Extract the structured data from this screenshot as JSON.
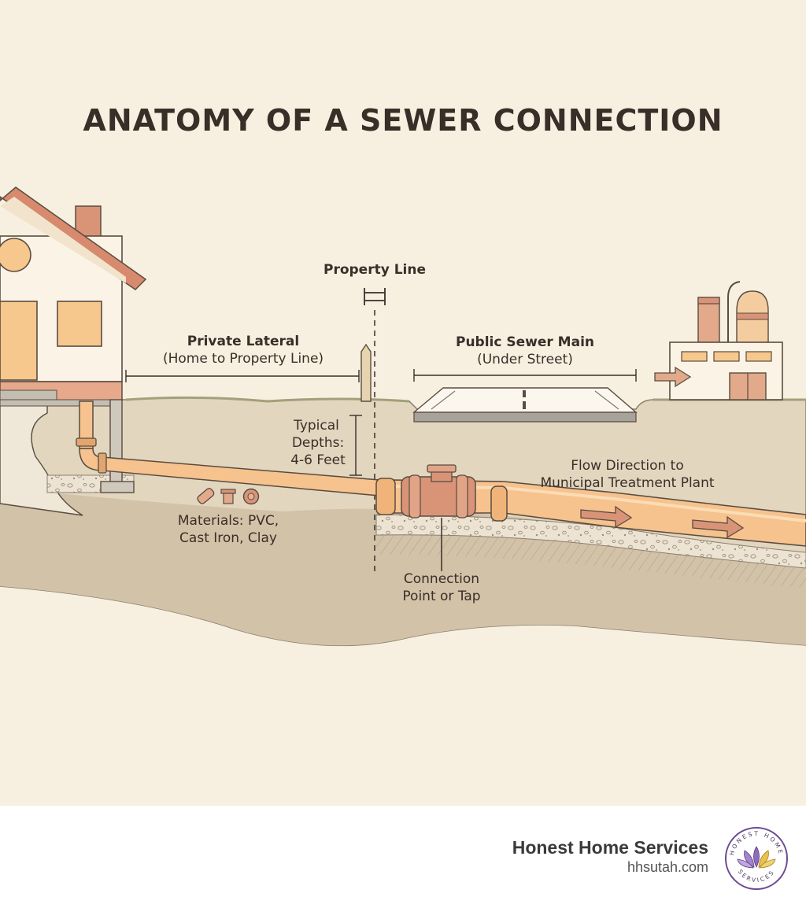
{
  "title": "ANATOMY OF A SEWER CONNECTION",
  "labels": {
    "property_line": "Property Line",
    "private_lateral_title": "Private Lateral",
    "private_lateral_sub": "(Home to Property Line)",
    "public_main_title": "Public Sewer Main",
    "public_main_sub": "(Under Street)",
    "depth_line1": "Typical",
    "depth_line2": "Depths:",
    "depth_line3": "4-6 Feet",
    "flow_line1": "Flow Direction to",
    "flow_line2": "Municipal Treatment Plant",
    "materials_line1": "Materials: PVC,",
    "materials_line2": "Cast Iron, Clay",
    "connection_line1": "Connection",
    "connection_line2": "Point or Tap"
  },
  "footer": {
    "brand_name": "Honest Home Services",
    "brand_url": "hhsutah.com",
    "logo_text_top": "HONEST HOME",
    "logo_text_bottom": "SERVICES"
  },
  "colors": {
    "background": "#f7f0e1",
    "ground": "#d9ccb4",
    "pipe": "#f6c28e",
    "pipe_dark": "#e1a56f",
    "fitting": "#d99478",
    "roof": "#d78a6d",
    "ink": "#3a2e28"
  }
}
